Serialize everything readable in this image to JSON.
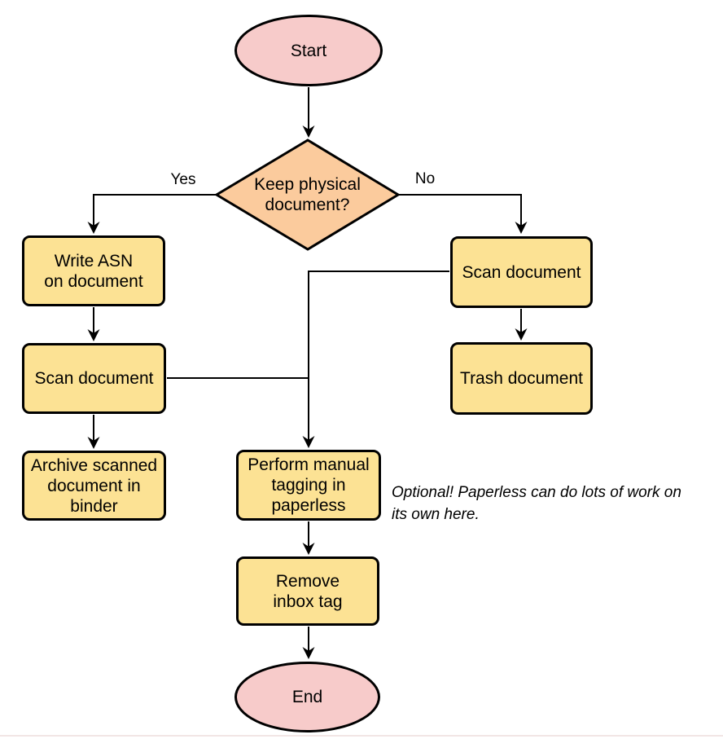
{
  "diagram": {
    "nodes": {
      "start": {
        "label": "Start"
      },
      "decision_keep_physical": {
        "label": "Keep physical\ndocument?"
      },
      "write_asn": {
        "label": "Write ASN\non document"
      },
      "scan_document_left": {
        "label": "Scan document"
      },
      "archive_binder": {
        "label": "Archive scanned\ndocument in\nbinder"
      },
      "scan_document_right": {
        "label": "Scan document"
      },
      "trash_document": {
        "label": "Trash document"
      },
      "manual_tagging": {
        "label": "Perform manual\ntagging in\npaperless"
      },
      "remove_inbox_tag": {
        "label": "Remove\ninbox tag"
      },
      "end": {
        "label": "End"
      }
    },
    "edge_labels": {
      "yes": "Yes",
      "no": "No"
    },
    "edges": [
      {
        "from": "start",
        "to": "decision_keep_physical"
      },
      {
        "from": "decision_keep_physical",
        "to": "write_asn",
        "label": "Yes"
      },
      {
        "from": "decision_keep_physical",
        "to": "scan_document_right",
        "label": "No"
      },
      {
        "from": "write_asn",
        "to": "scan_document_left"
      },
      {
        "from": "scan_document_left",
        "to": "archive_binder"
      },
      {
        "from": "scan_document_right",
        "to": "trash_document"
      },
      {
        "from": "scan_document_left",
        "to": "manual_tagging"
      },
      {
        "from": "scan_document_right",
        "to": "manual_tagging"
      },
      {
        "from": "manual_tagging",
        "to": "remove_inbox_tag"
      },
      {
        "from": "remove_inbox_tag",
        "to": "end"
      }
    ],
    "note": "Optional! Paperless can do lots of work on\nits own here.",
    "colors": {
      "terminal_fill": "#f7cbca",
      "decision_fill": "#fbcb9d",
      "process_fill": "#fce294",
      "stroke": "#000000"
    }
  }
}
